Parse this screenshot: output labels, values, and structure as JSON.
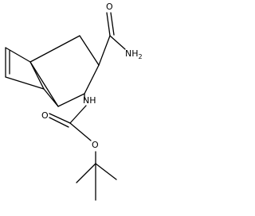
{
  "molecule": {
    "atoms": {
      "amide_o": "O",
      "amide_n": "NH",
      "amide_n_sub": "2",
      "carbamate_n": "NH",
      "carbonyl_o": "O",
      "ester_o": "O"
    }
  }
}
